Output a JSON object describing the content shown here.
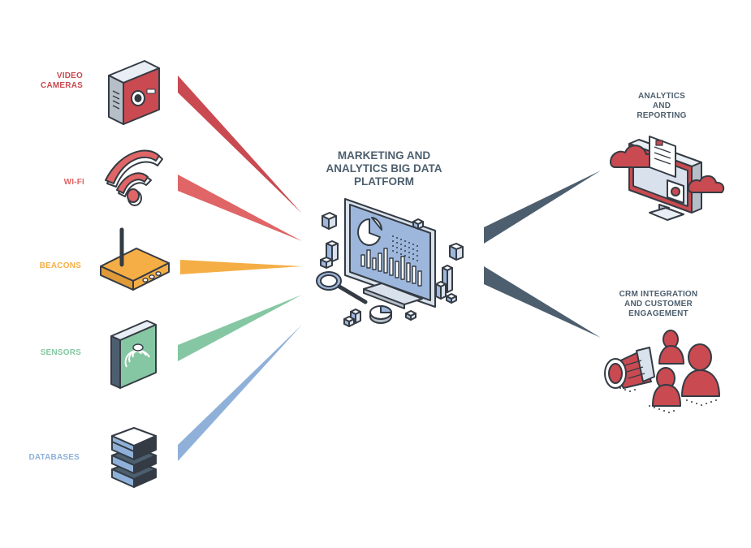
{
  "colors": {
    "red": "#c94a50",
    "coral": "#e06566",
    "orange": "#f5ae45",
    "green": "#85c7a3",
    "blue": "#8fb1d9",
    "slate": "#4d5f6e",
    "outline": "#343b44",
    "screen": "#9db7dc"
  },
  "center": {
    "title": "MARKETING AND\nANALYTICS BIG DATA\nPLATFORM",
    "icon": "monitor-analytics-icon"
  },
  "sources": [
    {
      "id": "video-cameras",
      "label": "VIDEO\nCAMERAS",
      "icon": "video-camera-icon",
      "color": "red"
    },
    {
      "id": "wifi",
      "label": "WI-FI",
      "icon": "wifi-icon",
      "color": "coral"
    },
    {
      "id": "beacons",
      "label": "BEACONS",
      "icon": "beacon-router-icon",
      "color": "orange"
    },
    {
      "id": "sensors",
      "label": "SENSORS",
      "icon": "sensor-icon",
      "color": "green"
    },
    {
      "id": "databases",
      "label": "DATABASES",
      "icon": "database-icon",
      "color": "blue"
    }
  ],
  "outputs": [
    {
      "id": "analytics-reporting",
      "label": "ANALYTICS\nAND\nREPORTING",
      "icon": "cloud-report-monitor-icon"
    },
    {
      "id": "crm",
      "label": "CRM INTEGRATION\nAND CUSTOMER\nENGAGEMENT",
      "icon": "megaphone-people-icon"
    }
  ]
}
